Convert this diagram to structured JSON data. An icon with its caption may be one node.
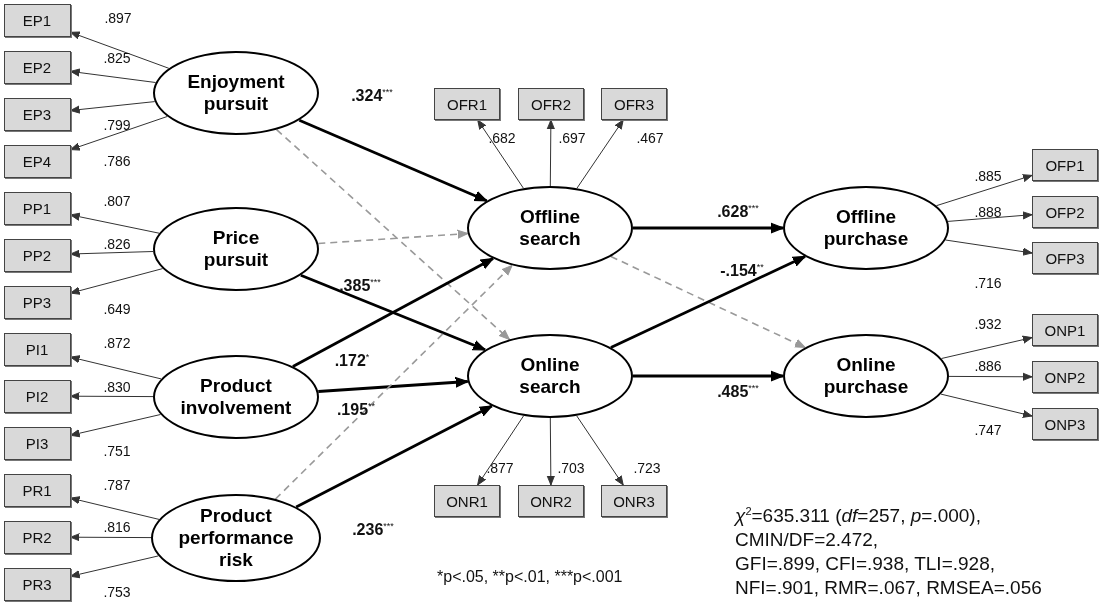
{
  "diagram": {
    "nodes": [
      {
        "text": [
          "Enjoyment pursuit"
        ]
      },
      {
        "text": [
          "EP1"
        ]
      },
      {
        "text": [
          "EP2"
        ]
      },
      {
        "text": [
          "EP3"
        ]
      },
      {
        "text": [
          "EP4"
        ]
      },
      {
        "text": [
          "Price pursuit"
        ]
      },
      {
        "text": [
          "PP1"
        ]
      },
      {
        "text": [
          "PP2"
        ]
      },
      {
        "text": [
          "PP3"
        ]
      },
      {
        "text": [
          "Product involvement"
        ]
      },
      {
        "text": [
          "PI1"
        ]
      },
      {
        "text": [
          "PI2"
        ]
      },
      {
        "text": [
          "PI3"
        ]
      },
      {
        "text": [
          "Product performance risk"
        ]
      },
      {
        "text": [
          "PR1"
        ]
      },
      {
        "text": [
          "PR2"
        ]
      },
      {
        "text": [
          "PR3"
        ]
      },
      {
        "text": [
          "OFR1"
        ]
      },
      {
        "text": [
          "OFR2"
        ]
      },
      {
        "text": [
          "OFR3"
        ]
      },
      {
        "text": [
          "Offline search"
        ]
      },
      {
        "text": [
          "Online search"
        ]
      },
      {
        "text": [
          "ONR1"
        ]
      },
      {
        "text": [
          "ONR2"
        ]
      },
      {
        "text": [
          "ONR3"
        ]
      },
      {
        "text": [
          "Offline purchase"
        ]
      },
      {
        "text": [
          "OFP1"
        ]
      },
      {
        "text": [
          "OFP2"
        ]
      },
      {
        "text": [
          "OFP3"
        ]
      },
      {
        "text": [
          "Online purchase"
        ]
      },
      {
        "text": [
          "ONP1"
        ]
      },
      {
        "text": [
          "ONP2"
        ]
      },
      {
        "text": [
          "ONP3"
        ]
      }
    ],
    "edges": [
      {
        "from": 0,
        "to": 1,
        "arrow": "to",
        "label": ".897"
      },
      {
        "from": 0,
        "to": 2,
        "arrow": "to",
        "label": ".825"
      },
      {
        "from": 0,
        "to": 3,
        "arrow": "to",
        "label": ".799"
      },
      {
        "from": 0,
        "to": 4,
        "arrow": "to",
        "label": ".786"
      },
      {
        "from": 5,
        "to": 6,
        "arrow": "to",
        "label": ".807"
      },
      {
        "from": 5,
        "to": 7,
        "arrow": "to",
        "label": ".826"
      },
      {
        "from": 5,
        "to": 8,
        "arrow": "to",
        "label": ".649"
      },
      {
        "from": 9,
        "to": 10,
        "arrow": "to",
        "label": ".872"
      },
      {
        "from": 9,
        "to": 11,
        "arrow": "to",
        "label": ".830"
      },
      {
        "from": 9,
        "to": 12,
        "arrow": "to",
        "label": ".751"
      },
      {
        "from": 13,
        "to": 14,
        "arrow": "to",
        "label": ".787"
      },
      {
        "from": 13,
        "to": 15,
        "arrow": "to",
        "label": ".816"
      },
      {
        "from": 13,
        "to": 16,
        "arrow": "to",
        "label": ".753"
      },
      {
        "from": 20,
        "to": 17,
        "arrow": "to",
        "label": ".682"
      },
      {
        "from": 20,
        "to": 18,
        "arrow": "to",
        "label": ".697"
      },
      {
        "from": 20,
        "to": 19,
        "arrow": "to",
        "label": ".467"
      },
      {
        "from": 21,
        "to": 22,
        "arrow": "to",
        "label": ".877"
      },
      {
        "from": 21,
        "to": 23,
        "arrow": "to",
        "label": ".703"
      },
      {
        "from": 21,
        "to": 24,
        "arrow": "to",
        "label": ".723"
      },
      {
        "from": 25,
        "to": 26,
        "arrow": "to",
        "label": ".885"
      },
      {
        "from": 25,
        "to": 27,
        "arrow": "to",
        "label": ".888"
      },
      {
        "from": 25,
        "to": 28,
        "arrow": "to",
        "label": ".716"
      },
      {
        "from": 29,
        "to": 30,
        "arrow": "to",
        "label": ".932"
      },
      {
        "from": 29,
        "to": 31,
        "arrow": "to",
        "label": ".886"
      },
      {
        "from": 29,
        "to": 32,
        "arrow": "to",
        "label": ".747"
      },
      {
        "from": 0,
        "to": 20,
        "arrow": "to",
        "label": ".324$^{***}$",
        "style": "thick"
      },
      {
        "from": 0,
        "to": 21,
        "arrow": "to",
        "style": "dashed",
        "color": "#999999"
      },
      {
        "from": 5,
        "to": 20,
        "arrow": "to",
        "style": "dashed",
        "color": "#999999"
      },
      {
        "from": 5,
        "to": 21,
        "arrow": "to",
        "label": ".385$^{***}$",
        "style": "thick"
      },
      {
        "from": 9,
        "to": 20,
        "arrow": "to",
        "label": ".172$^{*}$",
        "style": "thick"
      },
      {
        "from": 9,
        "to": 21,
        "arrow": "to",
        "label": ".195$^{**}$",
        "style": "thick"
      },
      {
        "from": 13,
        "to": 20,
        "arrow": "to",
        "style": "dashed",
        "color": "#999999"
      },
      {
        "from": 13,
        "to": 21,
        "arrow": "to",
        "label": ".236$^{***}$",
        "style": "thick"
      },
      {
        "from": 20,
        "to": 25,
        "arrow": "to",
        "label": ".628$^{***}$",
        "style": "thick"
      },
      {
        "from": 20,
        "to": 29,
        "arrow": "to",
        "style": "dashed",
        "color": "#999999"
      },
      {
        "from": 21,
        "to": 25,
        "arrow": "to",
        "label": "-.154$^{**}$",
        "style": "thick"
      },
      {
        "from": 21,
        "to": 29,
        "arrow": "to",
        "label": ".485$^{***}$",
        "style": "thick"
      }
    ],
    "labels": [
      "*χ*$^{2}$=635.311 (*df*=257, *p*=.000),",
      "CMIN/DF=2.472,",
      "GFI=.899, CFI=.938, TLI=.928,",
      "NFI=.901, RMR=.067, RMSEA=.056",
      "*p<.05, **p<.01, ***p<.001"
    ]
  }
}
